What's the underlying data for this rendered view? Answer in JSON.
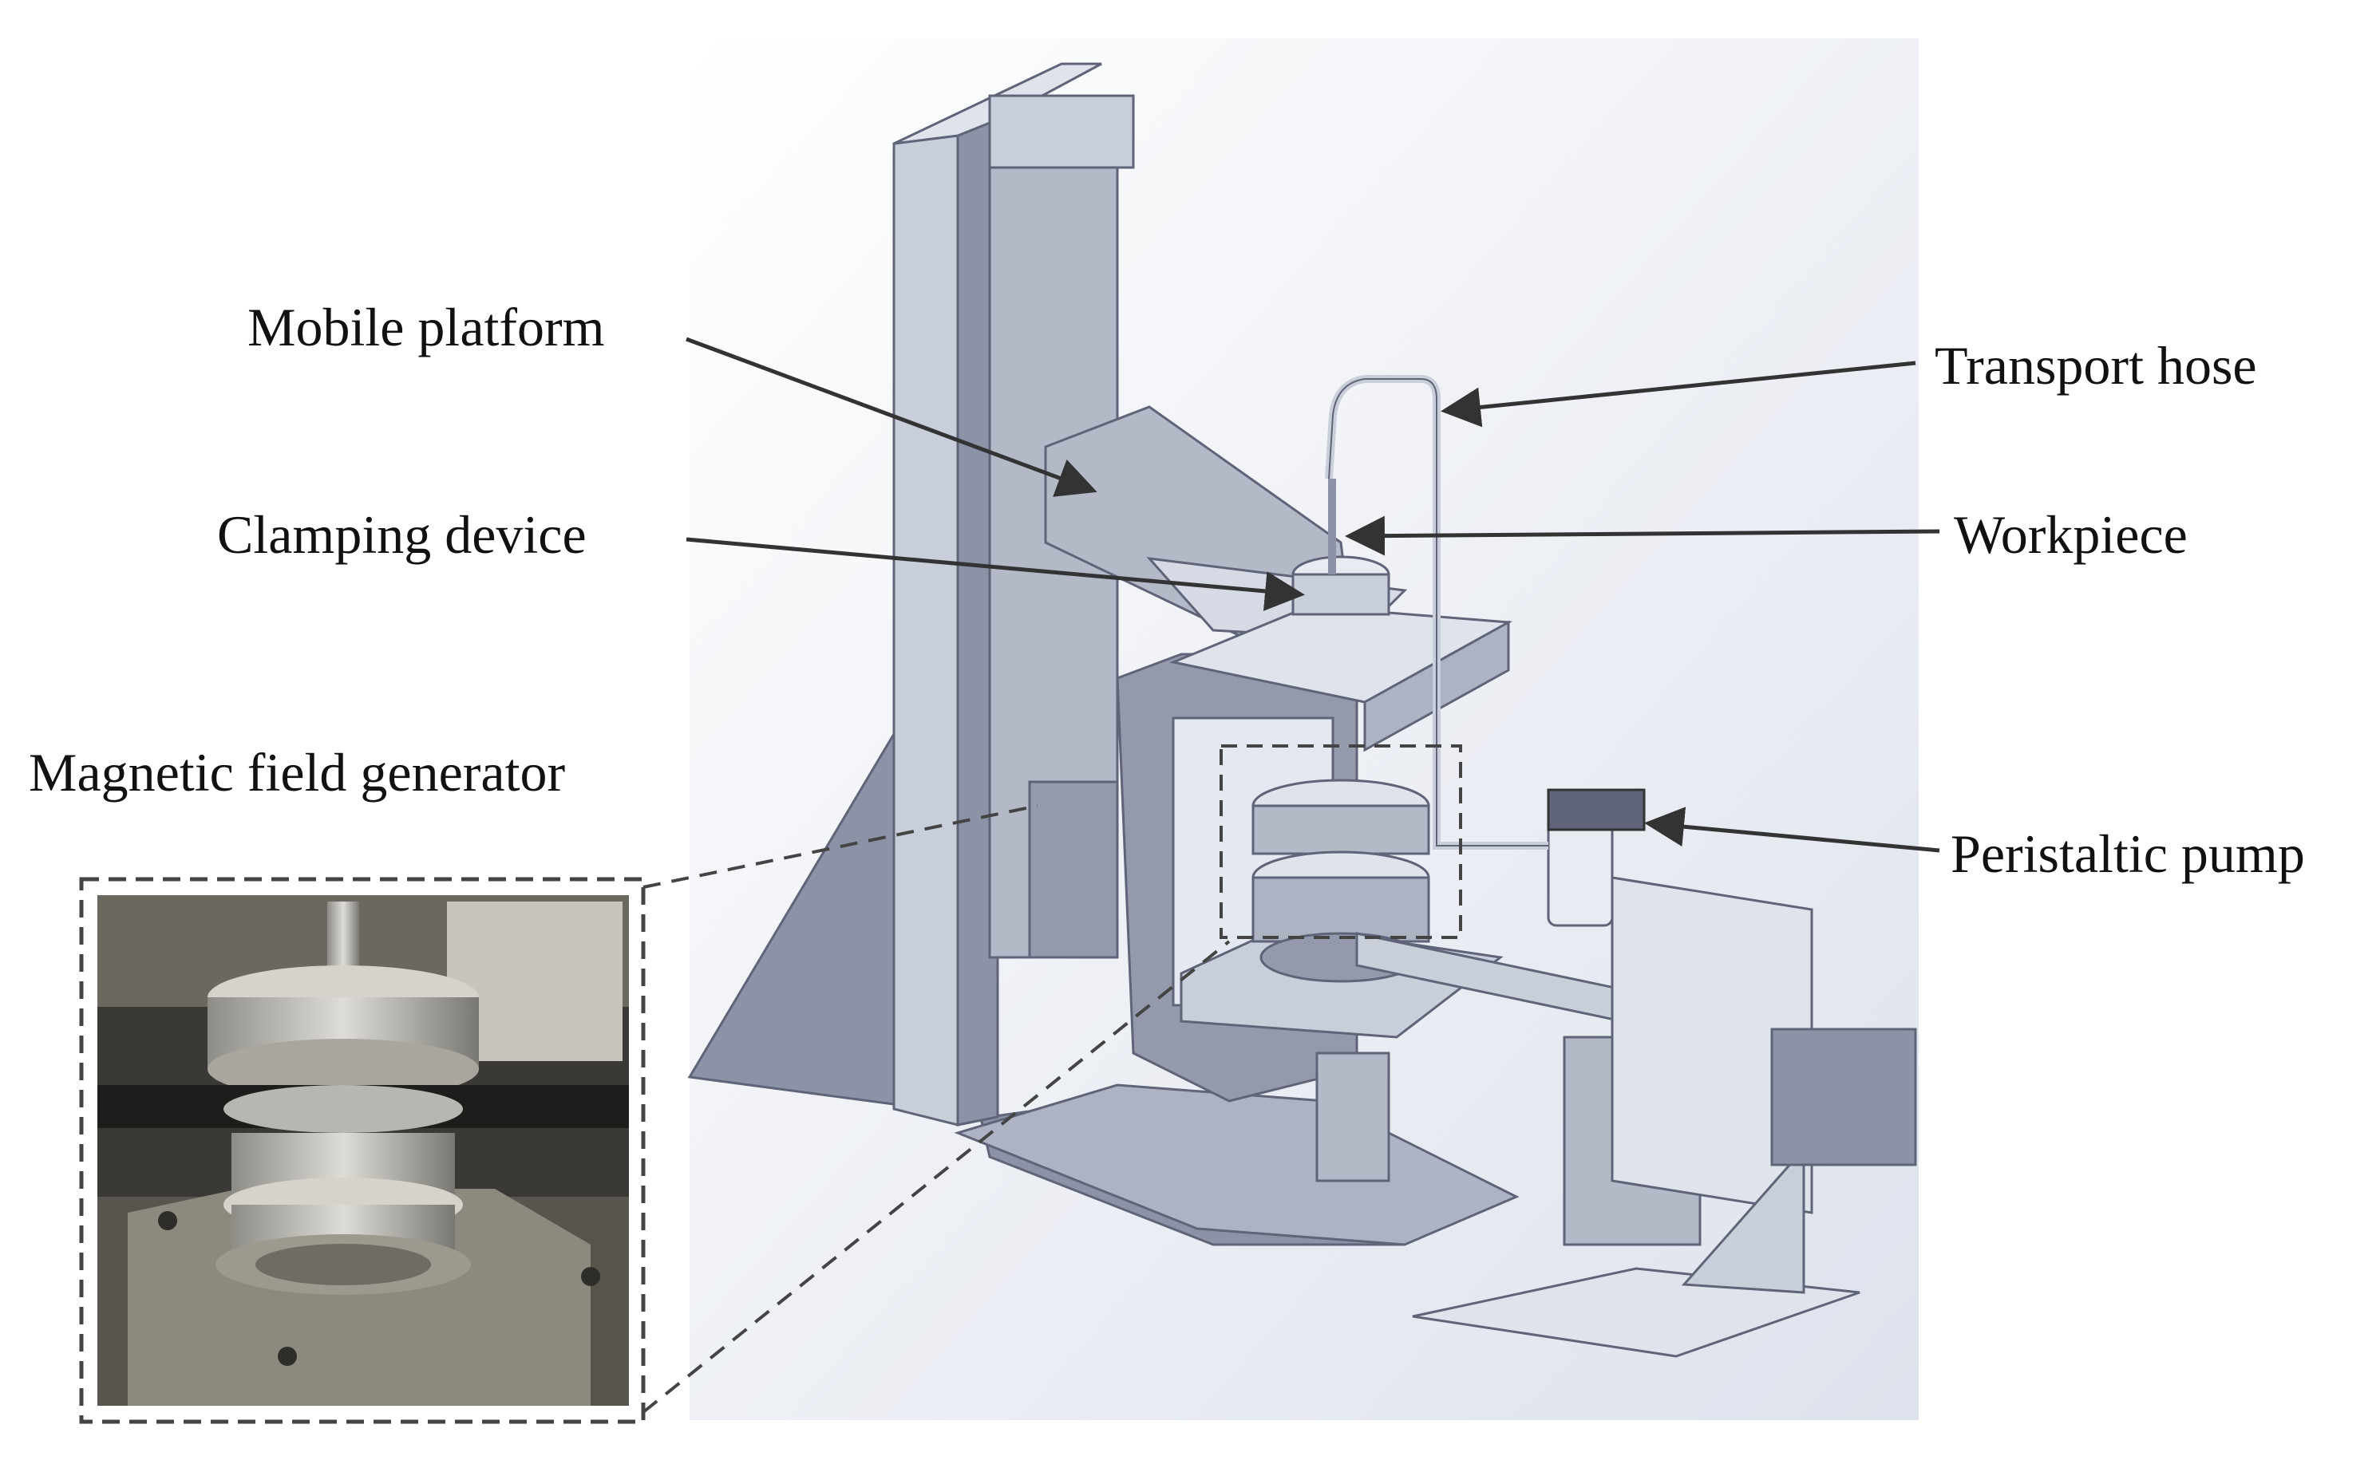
{
  "labels": {
    "mobile_platform": "Mobile platform",
    "clamping_device": "Clamping device",
    "magnetic_field_generator": "Magnetic field generator",
    "transport_hose": "Transport hose",
    "workpiece": "Workpiece",
    "peristaltic_pump": "Peristaltic pump"
  },
  "colors": {
    "background": "#ffffff",
    "render_background": "#e4e8f0",
    "frame": "#8d93a7",
    "frame_light": "#c9cedb",
    "frame_dark": "#5f6478",
    "arrow": "#333333",
    "photo_dark": "#3b3935",
    "metal": "#b8b6b0"
  },
  "icons": [
    "arrow-pointer",
    "dashed-callout-box",
    "photo-inset"
  ]
}
